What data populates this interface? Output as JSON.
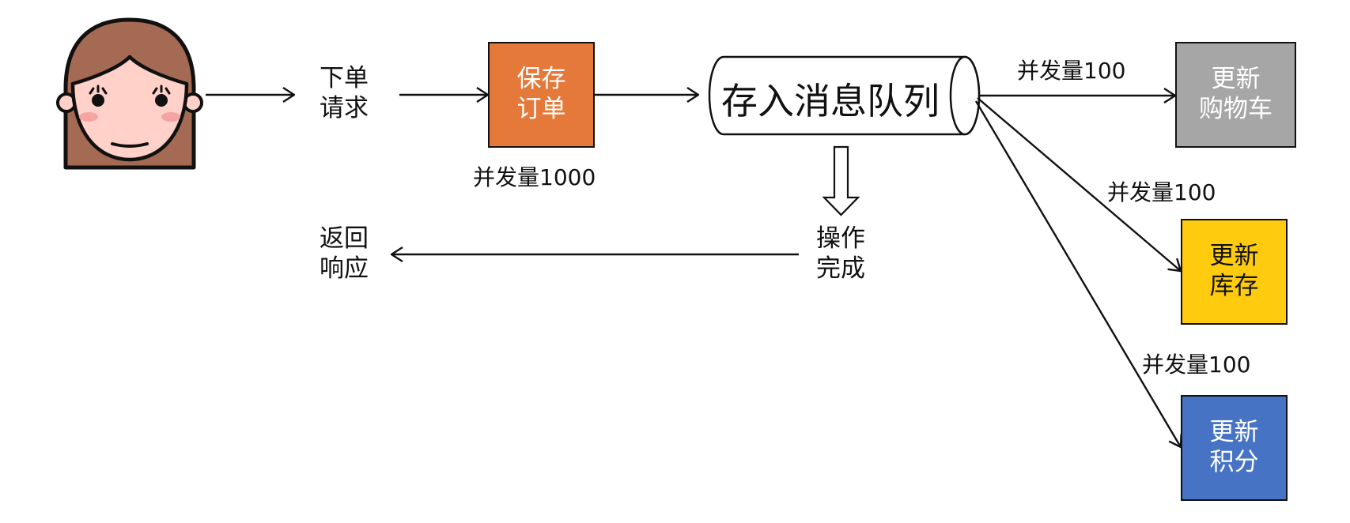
{
  "nodes": {
    "request": "下单\n请求",
    "save_order": "保存\n订单",
    "queue": "存入消息队列",
    "cart": "更新\n购物车",
    "inventory": "更新\n库存",
    "points": "更新\n积分",
    "done": "操作\n完成",
    "response": "返回\n响应"
  },
  "labels": {
    "order_concurrency": "并发量1000",
    "cart_concurrency": "并发量100",
    "inventory_concurrency": "并发量100",
    "points_concurrency": "并发量100"
  },
  "colors": {
    "save_order": "#E5793A",
    "cart": "#A6A6A6",
    "inventory": "#FECB0E",
    "points": "#4773C5",
    "face": "#FFD1C8",
    "hair": "#A56A53",
    "blush": "#F5A3A3"
  },
  "icons": {
    "user": "girl-face-icon"
  }
}
